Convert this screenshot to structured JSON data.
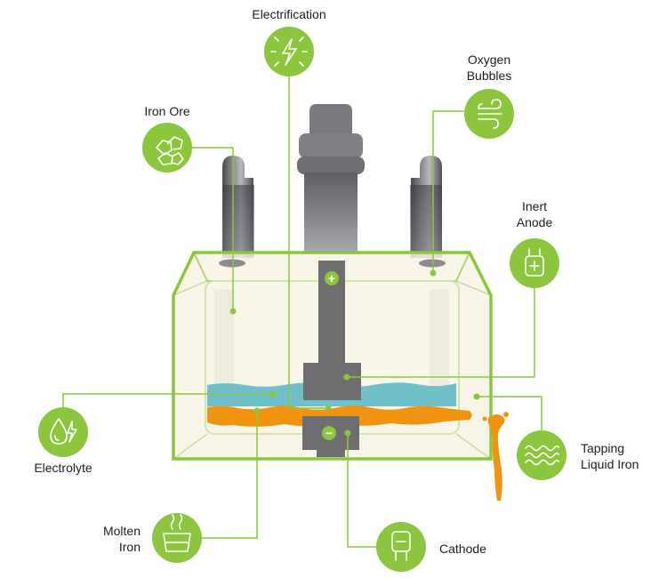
{
  "labels": {
    "electrification": "Electrification",
    "oxygen_bubbles_1": "Oxygen",
    "oxygen_bubbles_2": "Bubbles",
    "iron_ore": "Iron Ore",
    "inert_anode_1": "Inert",
    "inert_anode_2": "Anode",
    "electrolyte": "Electrolyte",
    "tapping_liquid_iron_1": "Tapping",
    "tapping_liquid_iron_2": "Liquid Iron",
    "molten_iron_1": "Molten",
    "molten_iron_2": "Iron",
    "cathode": "Cathode"
  },
  "terminal_signs": {
    "anode": "+",
    "cathode": "−"
  },
  "colors": {
    "accent_green": "#8cc63f",
    "electrolyte_blue": "#6fc0c9",
    "molten_iron_orange": "#f0930f",
    "electrode_gray": "#6e6e70",
    "tank_fill": "#f6f2e3",
    "text": "#1e1e1e"
  },
  "icons": {
    "electrification": "lightning-bolt-icon",
    "oxygen_bubbles": "wind-icon",
    "iron_ore": "ore-rocks-icon",
    "inert_anode": "anode-plus-icon",
    "electrolyte": "droplet-bolt-icon",
    "tapping_liquid_iron": "flowing-waves-icon",
    "molten_iron": "crucible-icon",
    "cathode": "cathode-minus-icon"
  }
}
